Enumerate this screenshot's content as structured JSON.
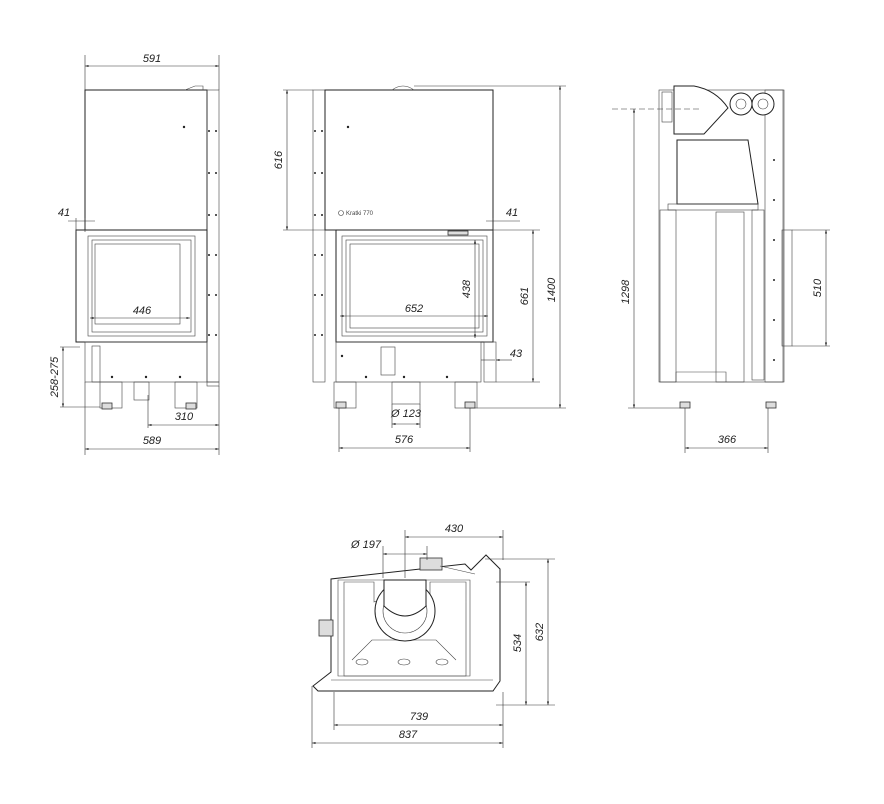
{
  "drawing": {
    "brand_label": "Kratki 770",
    "views": {
      "left_side_front": {
        "dims": {
          "top_width": "591",
          "offset_41": "41",
          "glass_width": "446",
          "height_range": "258-275",
          "outlet_offset": "310",
          "base_width": "589"
        }
      },
      "front": {
        "dims": {
          "top_height": "616",
          "offset_41": "41",
          "glass_height": "438",
          "glass_width": "652",
          "door_height": "661",
          "total_height": "1400",
          "bottom_offset": "43",
          "air_inlet_diameter": "Ø 123",
          "base_width": "576"
        }
      },
      "side": {
        "dims": {
          "height_1298": "1298",
          "height_510": "510",
          "depth_366": "366"
        }
      },
      "top": {
        "dims": {
          "flue_diameter": "Ø 197",
          "flue_offset": "430",
          "depth_534": "534",
          "depth_632": "632",
          "width_739": "739",
          "width_837": "837"
        }
      }
    }
  }
}
